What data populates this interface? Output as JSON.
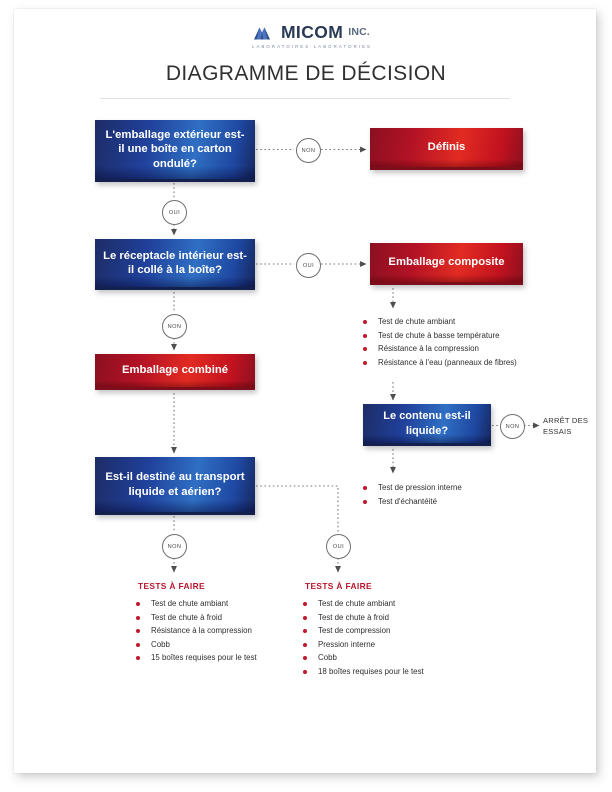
{
  "header": {
    "logo_name": "MICOM",
    "logo_suffix": "INC.",
    "logo_tagline": "LABORATOIRES·LABORATORIES",
    "logo_mark_icon": "micom-mountain-logo-icon",
    "title": "DIAGRAMME DE DÉCISION"
  },
  "nodes": {
    "q1": "L'emballage extérieur est-il une boîte en carton ondulé?",
    "definis": "Définis",
    "q2": "Le réceptacle intérieur est-il collé à la boîte?",
    "composite": "Emballage composite",
    "combine": "Emballage combiné",
    "q3": "Est-il destiné au transport liquide et aérien?",
    "liquide": "Le contenu est-il liquide?",
    "arret": "ARRÊT DES ESSAIS"
  },
  "branches": {
    "non_1": "NON",
    "oui_1": "OUI",
    "oui_2": "OUI",
    "non_2": "NON",
    "non_3": "NON",
    "non_4": "NON",
    "oui_3": "OUI"
  },
  "lists": {
    "composite_tests": [
      "Test de chute ambiant",
      "Test de chute à basse température",
      "Résistance à la compression",
      "Résistance à l'eau (panneaux de fibres)"
    ],
    "liquide_tests": [
      "Test de pression interne",
      "Test d'échantéité"
    ],
    "left_heading": "TESTS À FAIRE",
    "left_tests": [
      "Test de chute ambiant",
      "Test de chute à froid",
      "Résistance à la compression",
      "Cobb",
      "15 boîtes requises pour le test"
    ],
    "right_heading": "TESTS À FAIRE",
    "right_tests": [
      "Test de chute ambiant",
      "Test de chute à froid",
      "Test de compression",
      "Pression interne",
      "Cobb",
      "18 boîtes requises pour le test"
    ]
  },
  "colors": {
    "blue_dark": "#1d2c66",
    "blue_light": "#2f6fc4",
    "red_dark": "#8b1020",
    "red_light": "#e22b22",
    "bullet_red": "#c0182c",
    "heading_red": "#b8142b",
    "title_gray": "#303030"
  }
}
